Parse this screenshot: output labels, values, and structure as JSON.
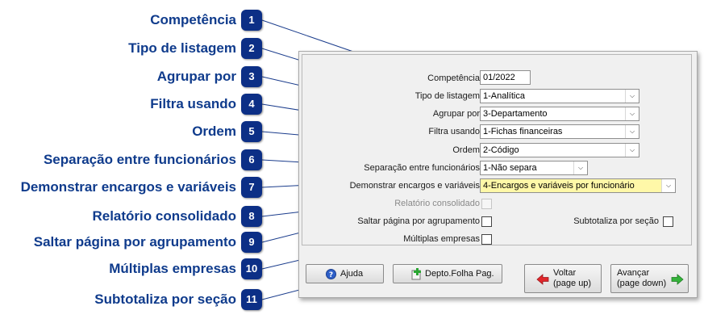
{
  "callouts": [
    {
      "num": "1",
      "label": "Competência"
    },
    {
      "num": "2",
      "label": "Tipo de listagem"
    },
    {
      "num": "3",
      "label": "Agrupar por"
    },
    {
      "num": "4",
      "label": "Filtra usando"
    },
    {
      "num": "5",
      "label": "Ordem"
    },
    {
      "num": "6",
      "label": "Separação entre funcionários"
    },
    {
      "num": "7",
      "label": "Demonstrar encargos e variáveis"
    },
    {
      "num": "8",
      "label": "Relatório consolidado"
    },
    {
      "num": "9",
      "label": "Saltar página por agrupamento"
    },
    {
      "num": "10",
      "label": "Múltiplas empresas"
    },
    {
      "num": "11",
      "label": "Subtotaliza por seção"
    }
  ],
  "form": {
    "competencia": {
      "label": "Competência",
      "value": "01/2022"
    },
    "tipo_listagem": {
      "label": "Tipo de listagem",
      "value": "1-Analítica"
    },
    "agrupar_por": {
      "label": "Agrupar por",
      "value": "3-Departamento"
    },
    "filtra_usando": {
      "label": "Filtra usando",
      "value": "1-Fichas financeiras"
    },
    "ordem": {
      "label": "Ordem",
      "value": "2-Código"
    },
    "separacao": {
      "label": "Separação entre funcionários",
      "value": "1-Não separa"
    },
    "demonstrar": {
      "label": "Demonstrar encargos e variáveis",
      "value": "4-Encargos e variáveis por funcionário"
    },
    "relatorio_consolidado": {
      "label": "Relatório consolidado",
      "checked": false,
      "enabled": false
    },
    "saltar_pagina": {
      "label": "Saltar página por agrupamento",
      "checked": false
    },
    "multiplas_empresas": {
      "label": "Múltiplas empresas",
      "checked": false
    },
    "subtotaliza": {
      "label": "Subtotaliza por seção",
      "checked": false
    }
  },
  "buttons": {
    "ajuda": {
      "label": "Ajuda",
      "icon": "help-icon"
    },
    "depto": {
      "label": "Depto.Folha Pag.",
      "icon": "add-icon"
    },
    "voltar": {
      "line1": "Voltar",
      "line2": "(page up)",
      "icon": "arrow-left-icon"
    },
    "avancar": {
      "line1": "Avançar",
      "line2": "(page down)",
      "icon": "arrow-right-icon"
    }
  },
  "colors": {
    "badge": "#0c2f86",
    "callout_text": "#0f3b8c",
    "highlight_field": "#fff8a8",
    "leader_line": "#1a3c8c"
  }
}
